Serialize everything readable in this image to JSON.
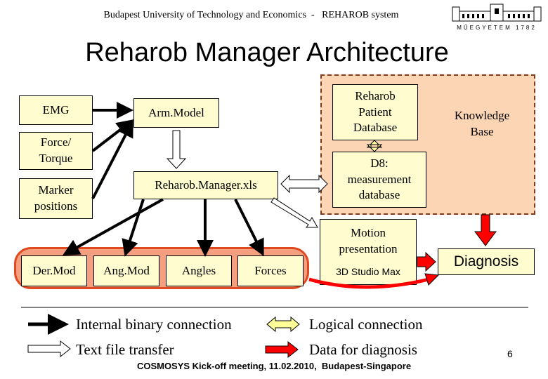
{
  "header": "Budapest University of Technology and Economics  -   REHAROB system",
  "logo_text": "MŰEGYETEM 1782",
  "title": "Reharob Manager Architecture",
  "inputs": {
    "emg": "EMG",
    "force": "Force/\nTorque",
    "marker": "Marker\npositions"
  },
  "armmodel": "Arm.Model",
  "manager": "Reharob.Manager.xls",
  "patient_db": "Reharob\nPatient\nDatabase",
  "knowledge": "Knowledge\nBase",
  "d8": "D8:\nmeasurement\ndatabase",
  "motion": {
    "title": "Motion\npresentation",
    "tool": "3D Studio Max"
  },
  "diagnosis": "Diagnosis",
  "outputs": {
    "dermod": "Der.Mod",
    "angmod": "Ang.Mod",
    "angles": "Angles",
    "forces": "Forces"
  },
  "legend": {
    "binary": "Internal binary connection",
    "text": "Text file transfer",
    "logical": "Logical connection",
    "data": "Data for diagnosis"
  },
  "footer": "COSMOSYS Kick-off meeting, 11.02.2010,  Budapest-Singapore",
  "page_number": "6",
  "colors": {
    "box_fill": "#fffdd0",
    "region_fill": "#fcd5b4",
    "output_region": "#f4a080",
    "diagnosis_arrow": "#ff0000",
    "logical_fill": "#ffff99"
  }
}
